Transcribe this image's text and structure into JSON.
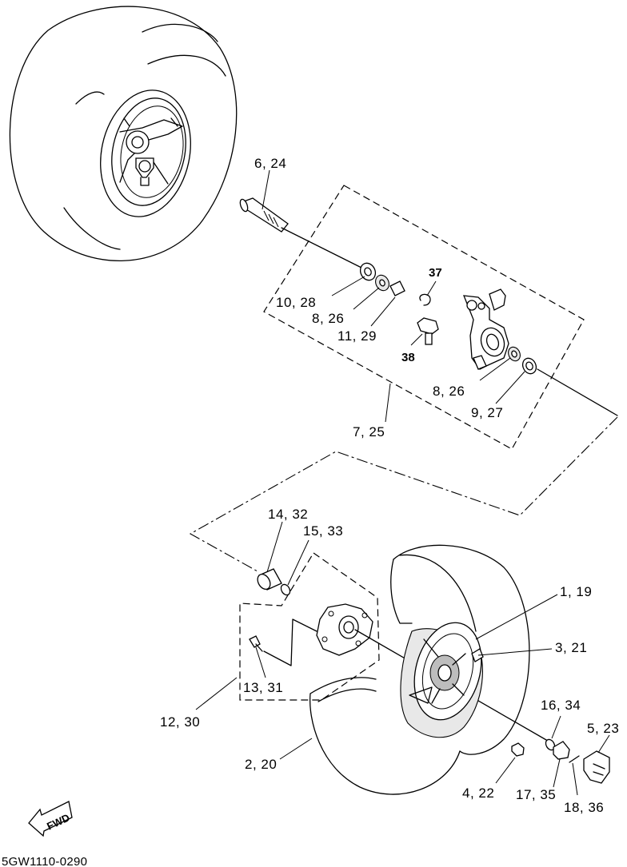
{
  "labels": {
    "p6_24": "6, 24",
    "p10_28": "10, 28",
    "p8_26a": "8, 26",
    "p11_29": "11, 29",
    "p37": "37",
    "p38": "38",
    "p8_26b": "8, 26",
    "p9_27": "9, 27",
    "p7_25": "7, 25",
    "p14_32": "14, 32",
    "p15_33": "15, 33",
    "p1_19": "1, 19",
    "p3_21": "3, 21",
    "p13_31": "13, 31",
    "p12_30": "12, 30",
    "p16_34": "16, 34",
    "p5_23": "5, 23",
    "p2_20": "2, 20",
    "p4_22": "4, 22",
    "p17_35": "17, 35",
    "p18_36": "18, 36"
  },
  "fwd_label": "FWD",
  "diagram_code": "5GW1110-0290"
}
